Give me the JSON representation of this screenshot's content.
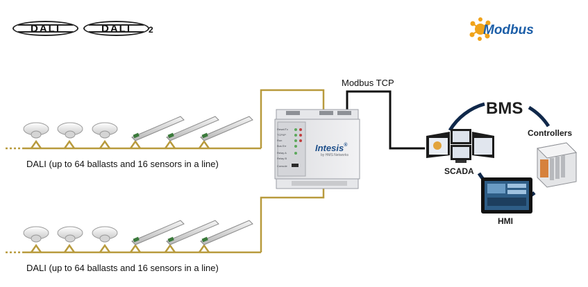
{
  "logos": {
    "dali1": "DALI",
    "dali2": "DALI",
    "dali2_suffix": "2",
    "modbus": "Modbus"
  },
  "protocol_label": "Modbus TCP",
  "bms": {
    "title": "BMS",
    "controllers": "Controllers",
    "scada": "SCADA",
    "hmi": "HMI"
  },
  "gateway": {
    "brand": "Intesis",
    "brand_tm": "®",
    "brand_sub": "by HMS Networks",
    "led_labels": [
      "Reset/Tx",
      "TCP/IP",
      "Run",
      "Bus Err",
      "Relay A",
      "Relay B",
      "Console"
    ]
  },
  "lines": [
    {
      "caption": "DALI (up to 64 ballasts and 16 sensors in a line)"
    },
    {
      "caption": "DALI (up to 64 ballasts and 16 sensors in a line)"
    }
  ],
  "colors": {
    "dali_bus": "#b89a3c",
    "modbus_line": "#111111",
    "bms_ring": "#10284a",
    "modbus_logo": "#1d5fa8",
    "modbus_gear": "#f0a31a"
  },
  "icons": {
    "sensor": "ceiling-sensor-icon",
    "ballast": "led-ballast-icon",
    "gateway": "gateway-device-icon",
    "scada": "scada-monitors-icon",
    "hmi": "hmi-touchpanel-icon",
    "controller": "plc-controller-icon"
  }
}
